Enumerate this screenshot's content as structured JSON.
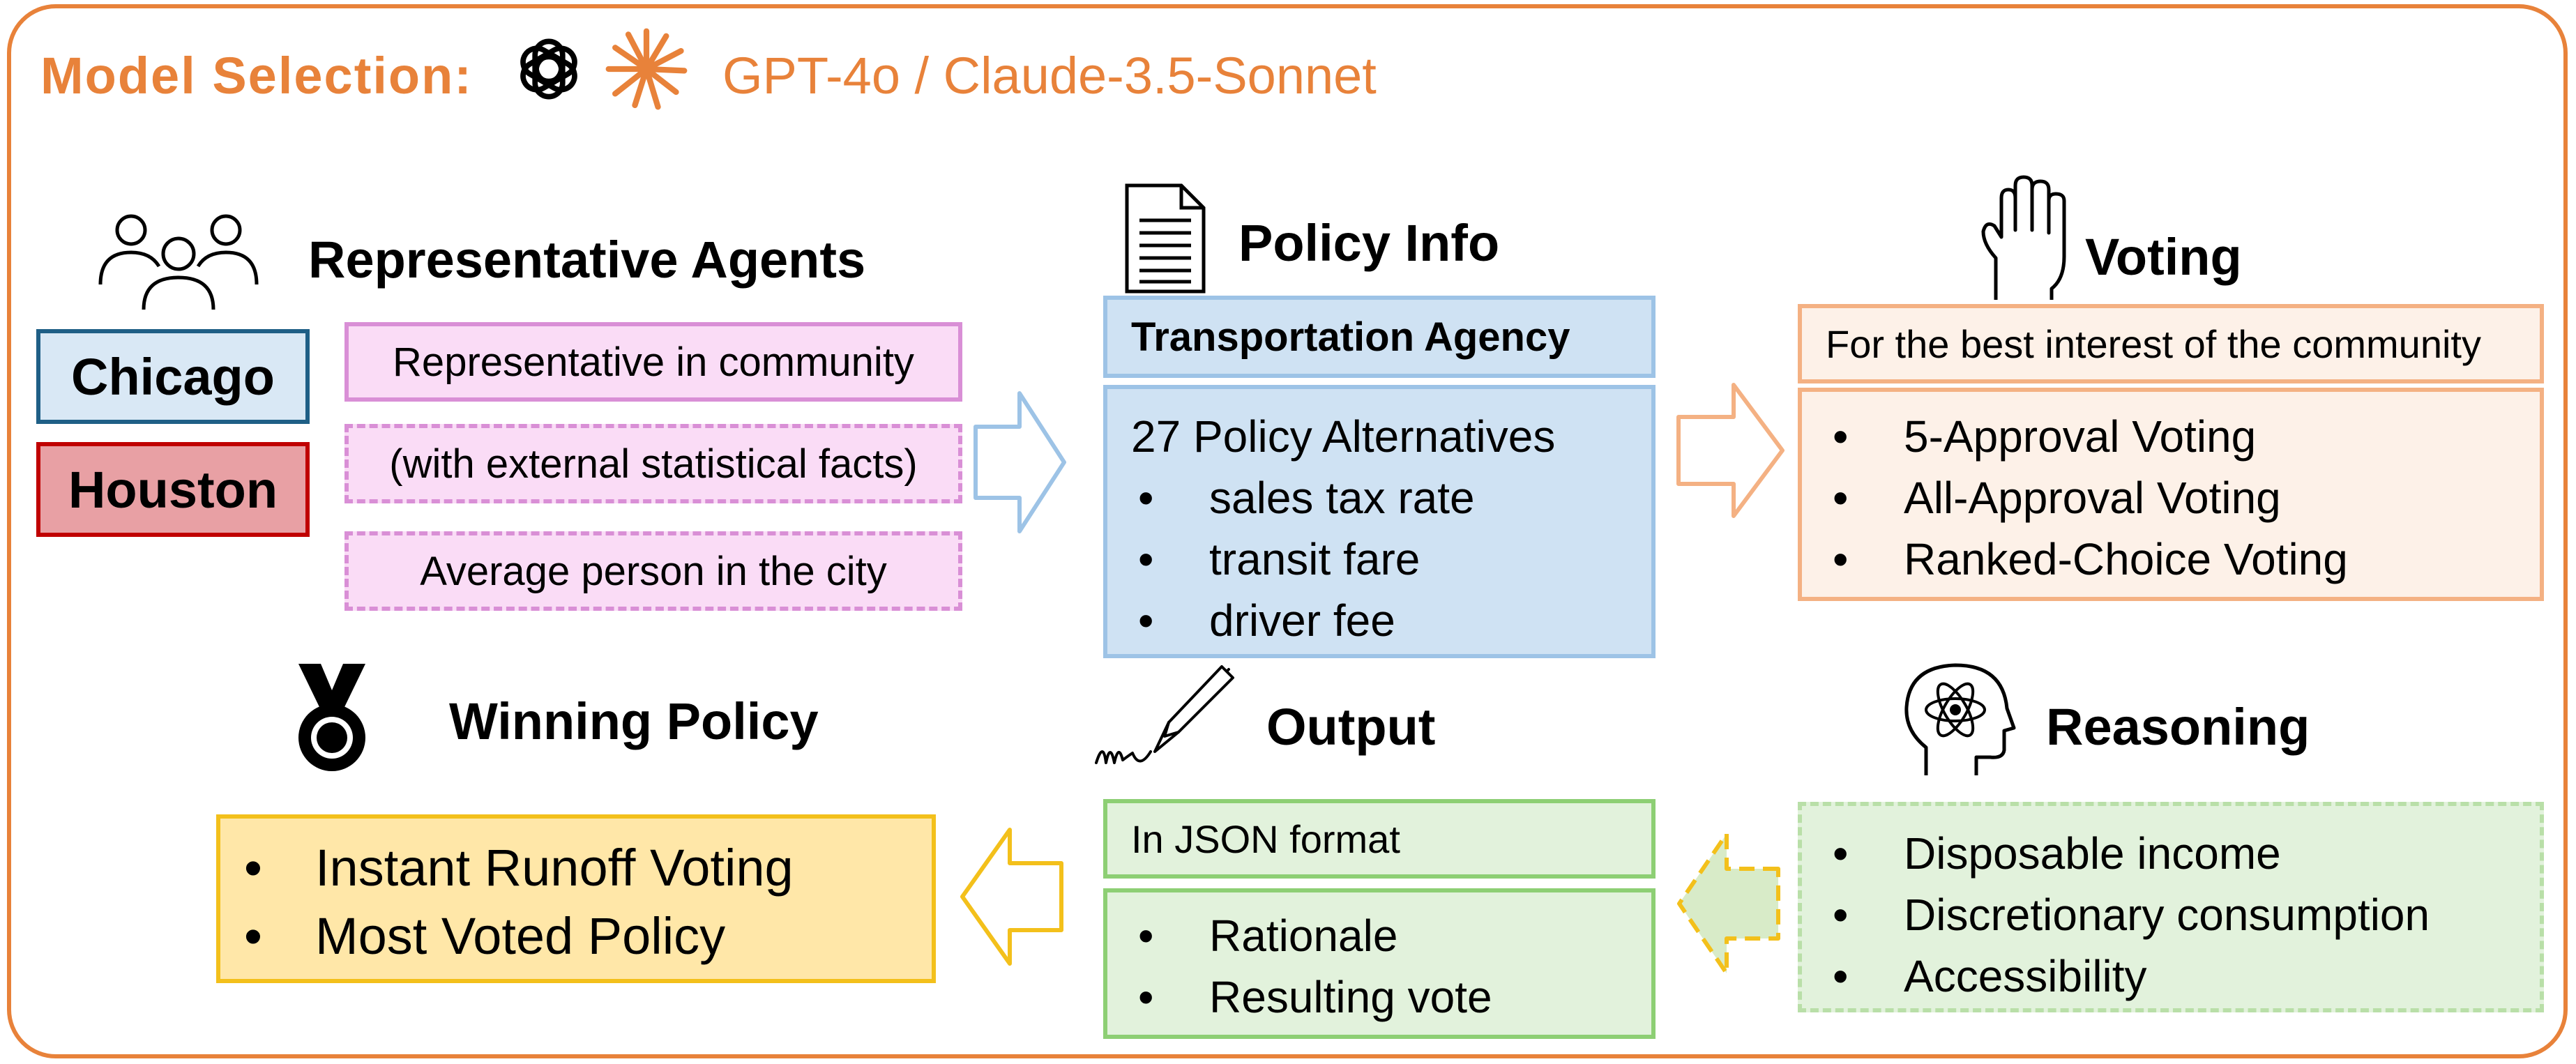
{
  "header": {
    "model_label": "Model Selection:",
    "model_value": "GPT-4o / Claude-3.5-Sonnet",
    "icons": [
      "openai-logo-icon",
      "claude-logo-icon"
    ]
  },
  "agents": {
    "title": "Representative Agents",
    "cities": [
      "Chicago",
      "Houston"
    ],
    "options": [
      "Representative in community",
      "(with external statistical facts)",
      "Average person in the city"
    ]
  },
  "policy": {
    "title": "Policy Info",
    "agency": "Transportation Agency",
    "alternatives_title": "27 Policy Alternatives",
    "items": [
      "sales tax rate",
      "transit fare",
      "driver fee"
    ]
  },
  "voting": {
    "title": "Voting",
    "note": "For the best interest of the community",
    "methods": [
      "5-Approval Voting",
      "All-Approval Voting",
      "Ranked-Choice Voting"
    ]
  },
  "winning": {
    "title": "Winning Policy",
    "items": [
      "Instant Runoff Voting",
      "Most Voted Policy"
    ]
  },
  "output": {
    "title": "Output",
    "format": "In JSON format",
    "items": [
      "Rationale",
      "Resulting vote"
    ]
  },
  "reasoning": {
    "title": "Reasoning",
    "items": [
      "Disposable income",
      "Discretionary consumption",
      "Accessibility"
    ]
  },
  "colors": {
    "orange": "#E8823A",
    "blue_fill": "#CFE2F3",
    "blue_border": "#9DC3E6",
    "chicago_border": "#1F5F86",
    "houston_fill": "#E8A0A4",
    "houston_border": "#C00000",
    "pink_fill": "#FADCF6",
    "pink_border": "#D98FD6",
    "peach_fill": "#FDF1E8",
    "peach_border": "#F4B183",
    "green_fill": "#E2F2DC",
    "green_border": "#8DCF74",
    "yellow_fill": "#FFE7A8",
    "yellow_border": "#F3C01B"
  }
}
